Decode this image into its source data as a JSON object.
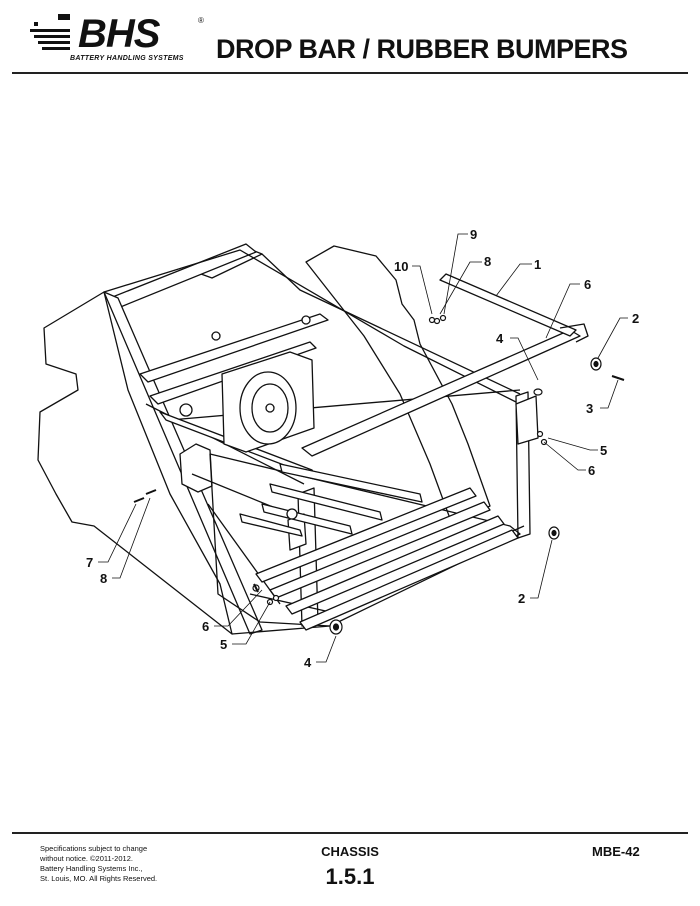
{
  "header": {
    "logo_text": "BHS",
    "logo_reg": "®",
    "logo_subtitle": "BATTERY HANDLING SYSTEMS",
    "title": "DROP BAR / RUBBER BUMPERS"
  },
  "callouts": [
    {
      "id": "c9",
      "label": "9"
    },
    {
      "id": "c10",
      "label": "10"
    },
    {
      "id": "c8a",
      "label": "8"
    },
    {
      "id": "c1",
      "label": "1"
    },
    {
      "id": "c6a",
      "label": "6"
    },
    {
      "id": "c2a",
      "label": "2"
    },
    {
      "id": "c4a",
      "label": "4"
    },
    {
      "id": "c3",
      "label": "3"
    },
    {
      "id": "c5a",
      "label": "5"
    },
    {
      "id": "c6b",
      "label": "6"
    },
    {
      "id": "c7",
      "label": "7"
    },
    {
      "id": "c8b",
      "label": "8"
    },
    {
      "id": "c2b",
      "label": "2"
    },
    {
      "id": "c6c",
      "label": "6"
    },
    {
      "id": "c5b",
      "label": "5"
    },
    {
      "id": "c4b",
      "label": "4"
    }
  ],
  "footer": {
    "notice_lines": [
      "Specifications subject to change",
      "without notice. ©2011-2012.",
      "Battery Handling Systems Inc.,",
      "St. Louis, MO. All Rights Reserved."
    ],
    "section": "CHASSIS",
    "page_number": "1.5.1",
    "model": "MBE-42"
  }
}
